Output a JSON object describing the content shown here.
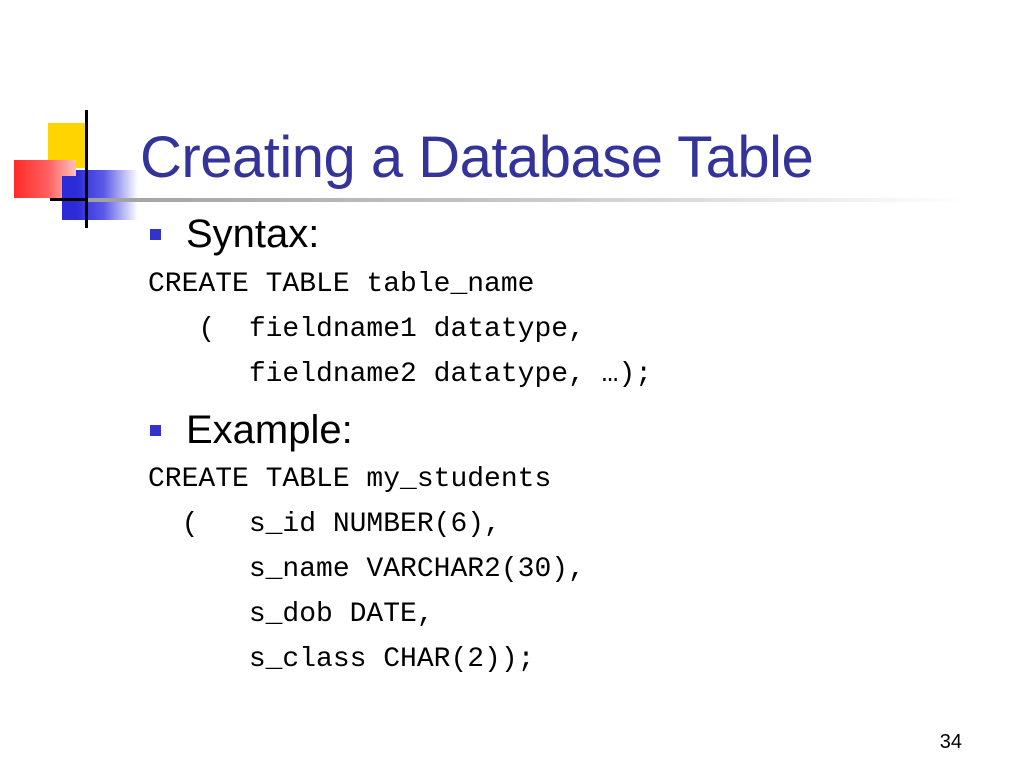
{
  "slide": {
    "title": "Creating a Database Table",
    "page_number": "34"
  },
  "sections": [
    {
      "heading": "Syntax:",
      "code": [
        "CREATE TABLE table_name",
        "   (  fieldname1 datatype,",
        "      fieldname2 datatype, …);"
      ]
    },
    {
      "heading": "Example:",
      "code": [
        "CREATE TABLE my_students",
        "  (   s_id NUMBER(6),",
        "      s_name VARCHAR2(30),",
        "      s_dob DATE,",
        "      s_class CHAR(2));"
      ]
    }
  ],
  "colors": {
    "title": "#333399",
    "bullet": "#3333cc",
    "logo_yellow": "#ffd400",
    "logo_red": "#ff2a2a",
    "logo_blue": "#2b2bd8"
  }
}
